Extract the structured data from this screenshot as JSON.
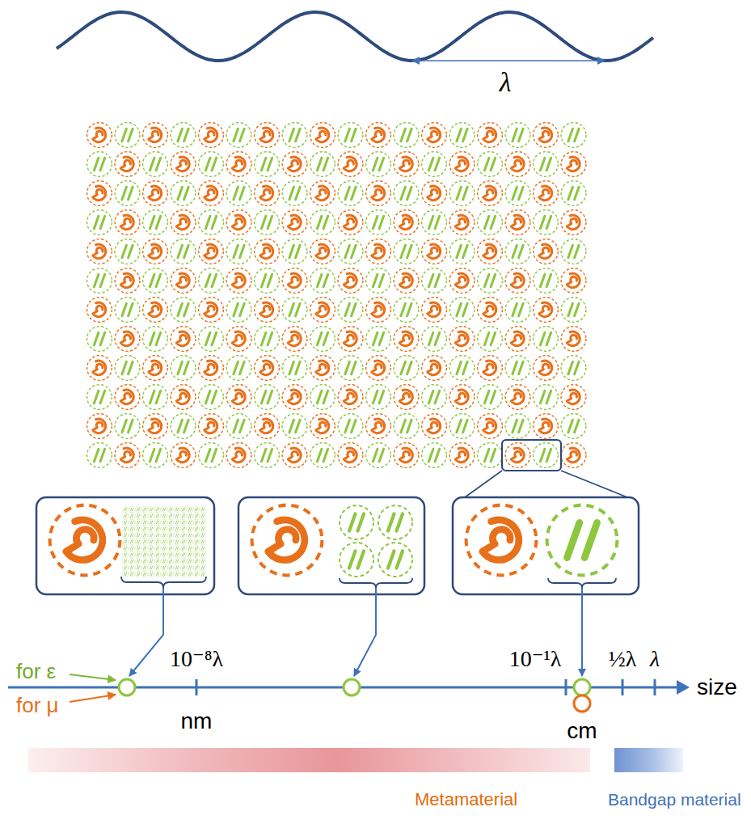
{
  "diagram": {
    "nodes": [
      {
        "text": [
          "Metamaterial"
        ]
      },
      {
        "text": [
          "Bandgap material"
        ]
      }
    ],
    "labels": [
      "λ",
      "for ε",
      "for μ",
      "10⁻⁸λ",
      "10⁻¹λ",
      "½λ",
      "λ",
      "size",
      "nm",
      "cm"
    ]
  }
}
